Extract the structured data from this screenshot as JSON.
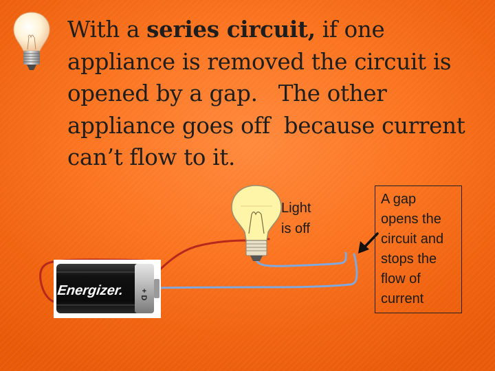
{
  "slide": {
    "text_lines": [
      [
        "With a ",
        "series circuit,",
        " if one"
      ],
      [
        "appliance is removed the circuit is"
      ],
      [
        "opened by a gap.   The other"
      ],
      [
        "appliance goes off  because current"
      ],
      [
        "can’t flow to it."
      ]
    ]
  },
  "bulb_label": {
    "lines": [
      "Light",
      "is off"
    ]
  },
  "callout": {
    "lines": [
      "A gap",
      "opens the",
      "circuit and",
      "stops the",
      "flow of",
      "current"
    ]
  },
  "battery": {
    "brand": "Energizer.",
    "cell_marking": "+ D"
  },
  "icons": {
    "corner": "lightbulb-icon",
    "bulb": "lightbulb-drawing",
    "pointer": "arrow-icon"
  },
  "colors": {
    "background": "#f8701c",
    "text": "#1e1e1e",
    "left_wire": "#b5291c",
    "right_wire": "#7fa8dc",
    "arrow": "#111111"
  }
}
